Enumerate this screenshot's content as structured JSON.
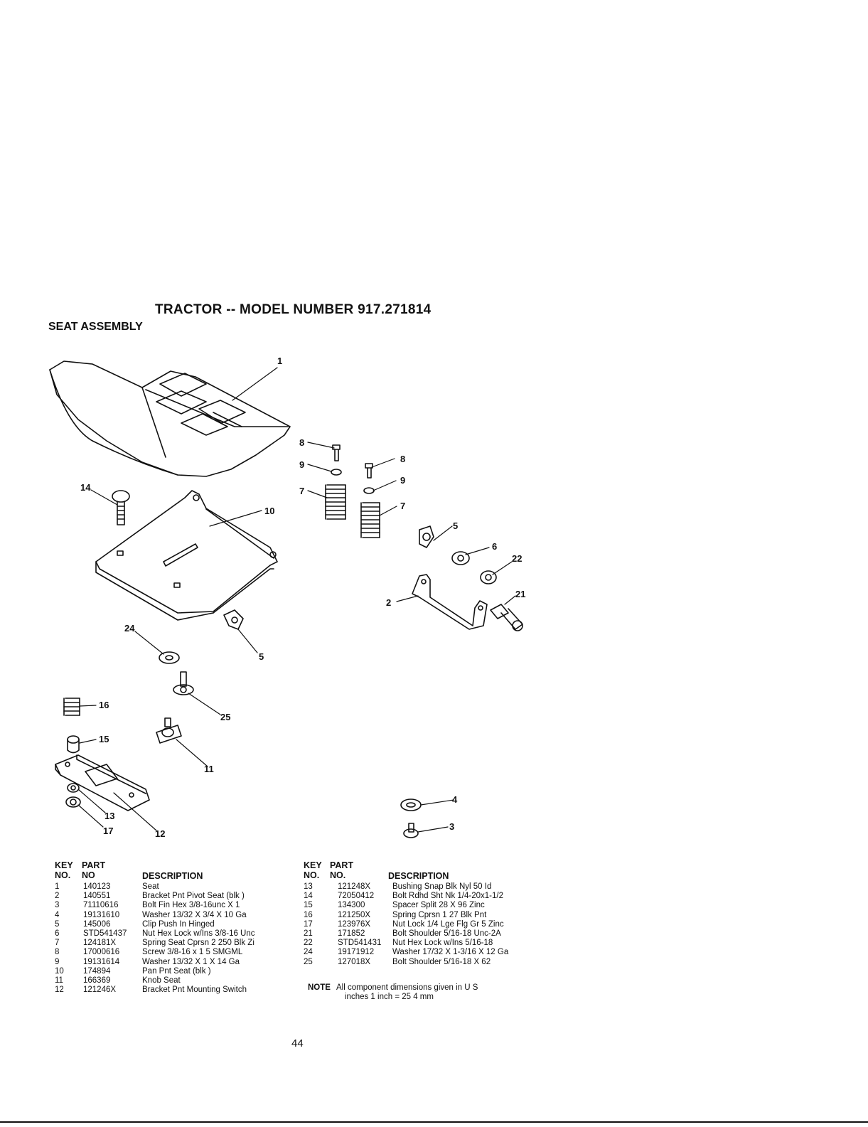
{
  "header": {
    "title": "TRACTOR -- MODEL NUMBER 917.271814",
    "section": "SEAT ASSEMBLY"
  },
  "callouts": [
    "1",
    "8",
    "9",
    "8",
    "9",
    "7",
    "7",
    "14",
    "10",
    "5",
    "6",
    "22",
    "21",
    "2",
    "24",
    "5",
    "16",
    "25",
    "15",
    "11",
    "13",
    "17",
    "12",
    "4",
    "3"
  ],
  "table_left": {
    "col_key": "KEY NO.",
    "col_part": "PART NO",
    "col_desc": "DESCRIPTION",
    "rows": [
      {
        "key": "1",
        "part": "140123",
        "desc": "Seat"
      },
      {
        "key": "2",
        "part": "140551",
        "desc": "Bracket Pnt Pivot Seat (blk )"
      },
      {
        "key": "3",
        "part": "71110616",
        "desc": "Bolt Fin Hex 3/8-16unc X 1"
      },
      {
        "key": "4",
        "part": "19131610",
        "desc": "Washer 13/32 X 3/4 X 10 Ga"
      },
      {
        "key": "5",
        "part": "145006",
        "desc": "Clip Push In Hinged"
      },
      {
        "key": "6",
        "part": "STD541437",
        "desc": "Nut Hex Lock w/Ins 3/8-16 Unc"
      },
      {
        "key": "7",
        "part": "124181X",
        "desc": "Spring Seat Cprsn 2 250 Blk Zi"
      },
      {
        "key": "8",
        "part": "17000616",
        "desc": "Screw 3/8-16 x 1 5 SMGML"
      },
      {
        "key": "9",
        "part": "19131614",
        "desc": "Washer 13/32 X 1 X 14 Ga"
      },
      {
        "key": "10",
        "part": "174894",
        "desc": "Pan Pnt Seat (blk )"
      },
      {
        "key": "11",
        "part": "166369",
        "desc": "Knob Seat"
      },
      {
        "key": "12",
        "part": "121246X",
        "desc": "Bracket Pnt Mounting Switch"
      }
    ]
  },
  "table_right": {
    "col_key": "KEY NO.",
    "col_part": "PART NO.",
    "col_desc": "DESCRIPTION",
    "rows": [
      {
        "key": "13",
        "part": "121248X",
        "desc": "Bushing Snap Blk Nyl 50 Id"
      },
      {
        "key": "14",
        "part": "72050412",
        "desc": "Bolt Rdhd Sht Nk 1/4-20x1-1/2"
      },
      {
        "key": "15",
        "part": "134300",
        "desc": "Spacer Split 28 X 96 Zinc"
      },
      {
        "key": "16",
        "part": "121250X",
        "desc": "Spring Cprsn 1 27 Blk Pnt"
      },
      {
        "key": "17",
        "part": "123976X",
        "desc": "Nut Lock 1/4 Lge Flg Gr 5 Zinc"
      },
      {
        "key": "21",
        "part": "171852",
        "desc": "Bolt Shoulder 5/16-18 Unc-2A"
      },
      {
        "key": "22",
        "part": "STD541431",
        "desc": "Nut Hex Lock w/Ins 5/16-18"
      },
      {
        "key": "24",
        "part": "19171912",
        "desc": "Washer 17/32 X 1-3/16 X 12 Ga"
      },
      {
        "key": "25",
        "part": "127018X",
        "desc": "Bolt Shoulder 5/16-18 X 62"
      }
    ]
  },
  "note": {
    "label": "NOTE",
    "line1": "All component dimensions given in U S",
    "line2": "inches 1 inch = 25 4 mm"
  },
  "page_number": "44"
}
